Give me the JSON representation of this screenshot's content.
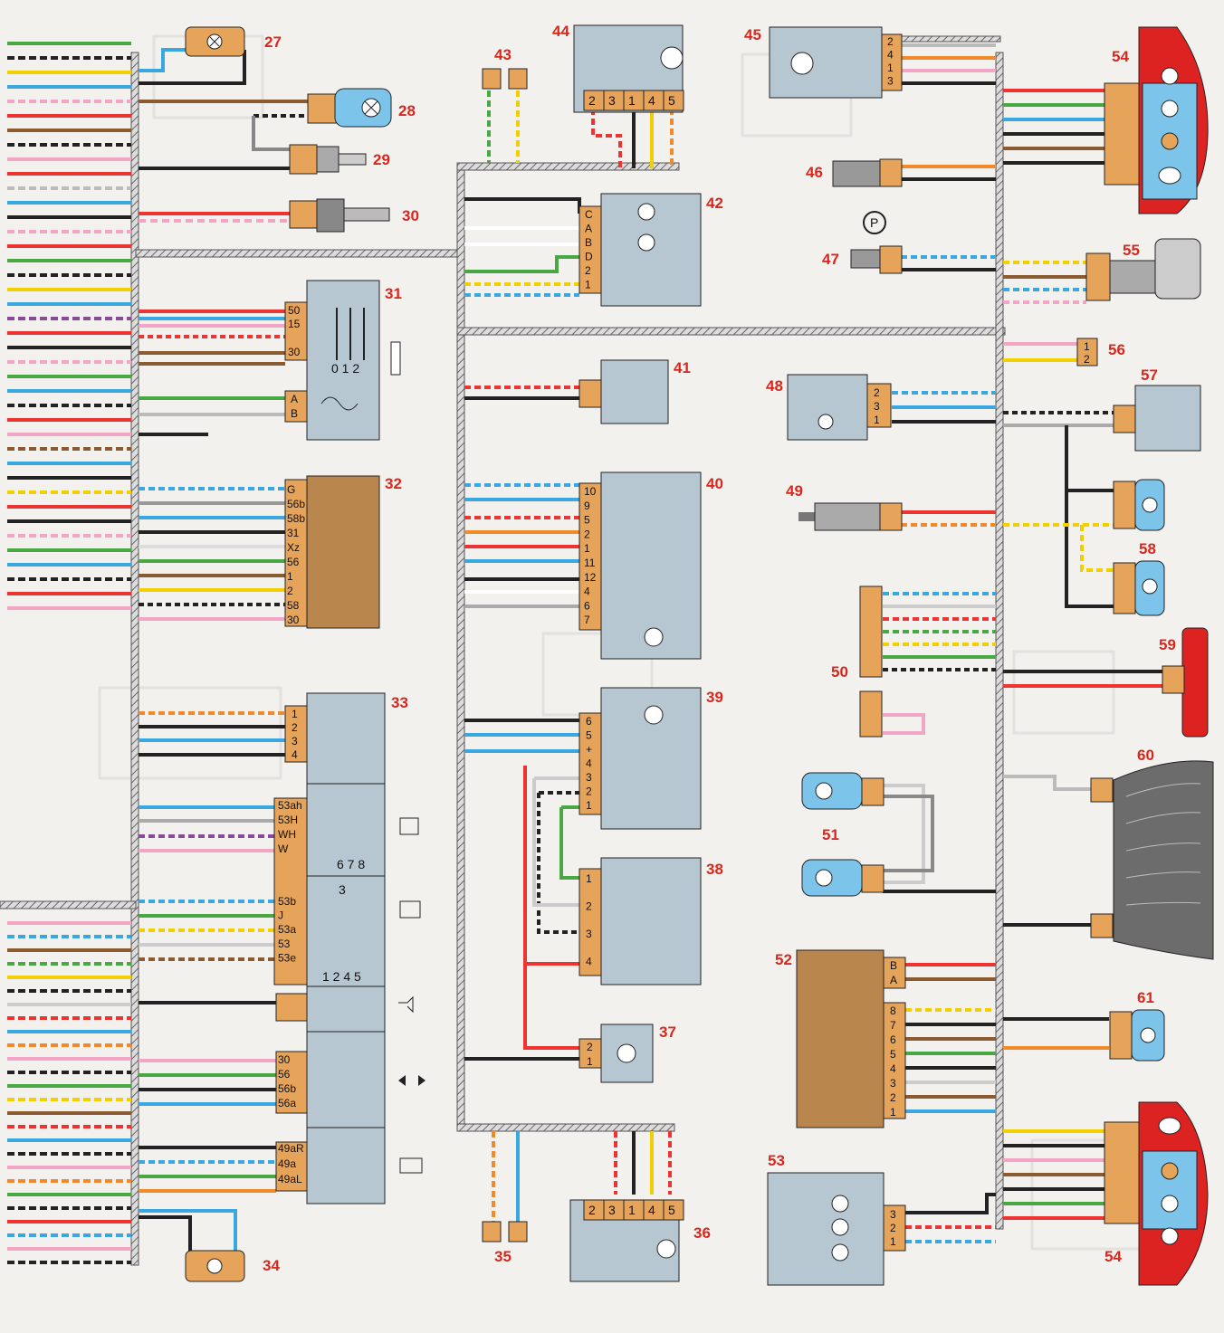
{
  "components": {
    "c27": "27",
    "c28": "28",
    "c29": "29",
    "c30": "30",
    "c31": "31",
    "c32": "32",
    "c33": "33",
    "c34": "34",
    "c35": "35",
    "c36": "36",
    "c37": "37",
    "c38": "38",
    "c39": "39",
    "c40": "40",
    "c41": "41",
    "c42": "42",
    "c43": "43",
    "c44": "44",
    "c45": "45",
    "c46": "46",
    "c47": "47",
    "c48": "48",
    "c49": "49",
    "c50": "50",
    "c51": "51",
    "c52": "52",
    "c53": "53",
    "c54a": "54",
    "c54b": "54",
    "c55": "55",
    "c56": "56",
    "c57": "57",
    "c58": "58",
    "c59": "59",
    "c60": "60",
    "c61": "61"
  },
  "pins": {
    "ign_switch": [
      "50",
      "15",
      "30"
    ],
    "ign_switch_ab": [
      "A",
      "B"
    ],
    "ign_positions": "0 1 2",
    "module32": [
      "G",
      "56b",
      "58b",
      "31",
      "Xz",
      "56",
      "1",
      "2",
      "58",
      "30"
    ],
    "switch33": [
      "1",
      "2",
      "3",
      "4"
    ],
    "wiper_sw": [
      "53ah",
      "53H",
      "WH",
      "W"
    ],
    "wiper_pos_a": "6 7 8",
    "washer_sw": [
      "53b",
      "J",
      "53a",
      "53",
      "53e"
    ],
    "washer_pos_top": "3",
    "washer_pos_bottom": "1 2 4 5",
    "turn_sw": [
      "30",
      "56",
      "56b",
      "56a"
    ],
    "light_sw": [
      "49aR",
      "49a",
      "49aL"
    ],
    "c42": [
      "C",
      "A",
      "B",
      "D",
      "2",
      "1"
    ],
    "c44": [
      "2",
      "3",
      "1",
      "4",
      "5"
    ],
    "c36": [
      "2",
      "3",
      "1",
      "4",
      "5"
    ],
    "c45": [
      "2",
      "4",
      "1",
      "3"
    ],
    "c40": [
      "10",
      "9",
      "5",
      "2",
      "1",
      "11",
      "12",
      "4",
      "6",
      "7"
    ],
    "c39": [
      "6",
      "5",
      "+",
      "4",
      "3",
      "2",
      "1"
    ],
    "c38": [
      "1",
      "2",
      "3",
      "4"
    ],
    "c37": [
      "2",
      "1"
    ],
    "c48": [
      "2",
      "3",
      "1"
    ],
    "c52_top": [
      "B",
      "A"
    ],
    "c52": [
      "8",
      "7",
      "6",
      "5",
      "4",
      "3",
      "2",
      "1"
    ],
    "c53": [
      "3",
      "2",
      "1"
    ],
    "c56": [
      "1",
      "2"
    ]
  },
  "symbols": {
    "parking_P": "P"
  },
  "colors": {
    "bg": "#f3f1ee",
    "box": "#b7c7d2",
    "connector": "#e6a45a",
    "label_red": "#d8281e",
    "lamp_blue": "#7cc4ea",
    "lamp_red": "#dd2222",
    "module_brown": "#b9864e"
  }
}
